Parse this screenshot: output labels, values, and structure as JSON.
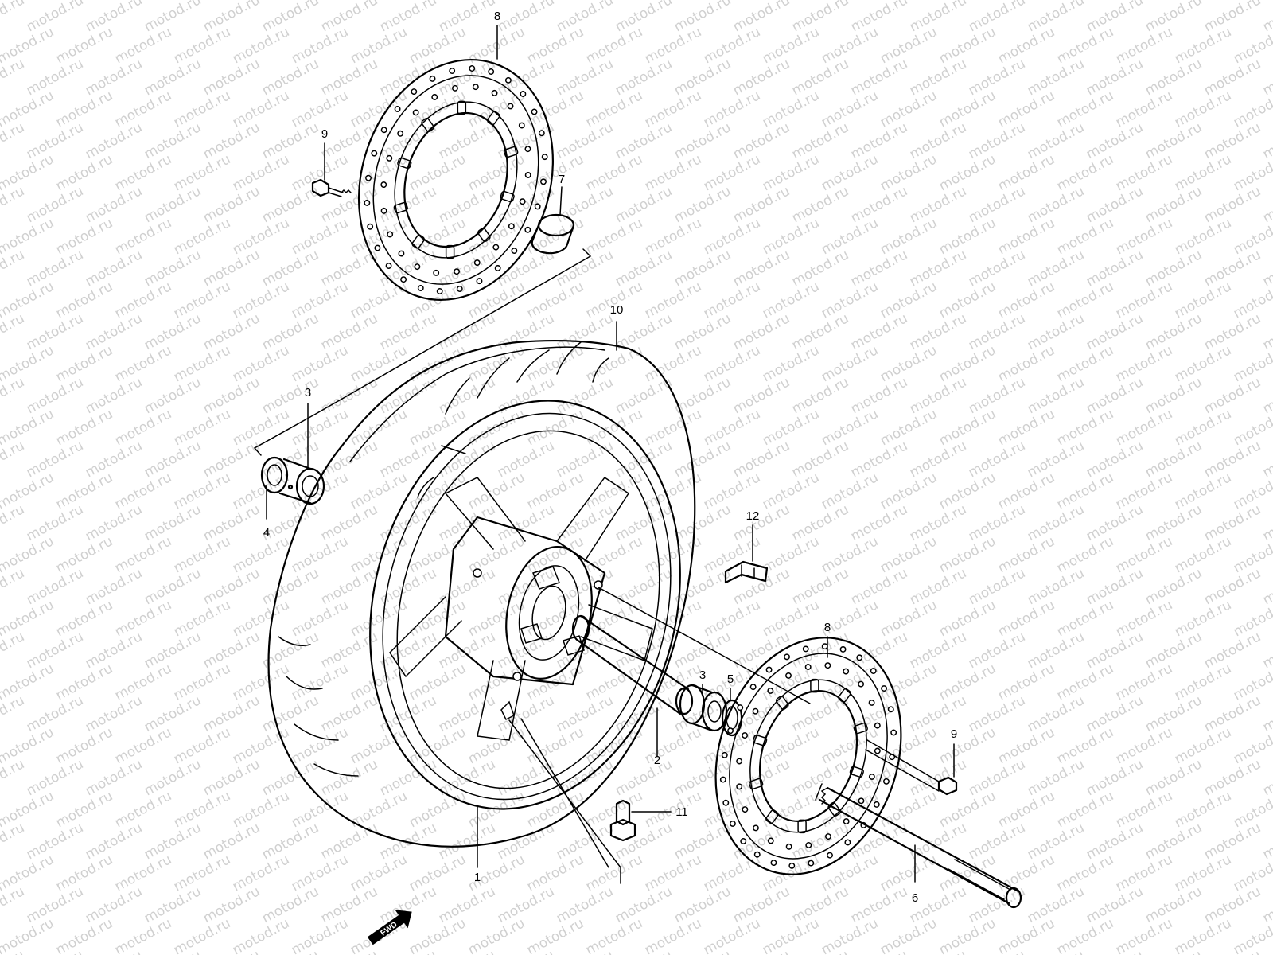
{
  "watermark": {
    "text": "motod.ru"
  },
  "callouts": [
    {
      "id": "c-8-top",
      "label": "8"
    },
    {
      "id": "c-9-top",
      "label": "9"
    },
    {
      "id": "c-7",
      "label": "7"
    },
    {
      "id": "c-10",
      "label": "10"
    },
    {
      "id": "c-3-left",
      "label": "3"
    },
    {
      "id": "c-4",
      "label": "4"
    },
    {
      "id": "c-12",
      "label": "12"
    },
    {
      "id": "c-8-right",
      "label": "8"
    },
    {
      "id": "c-3-right",
      "label": "3"
    },
    {
      "id": "c-5",
      "label": "5"
    },
    {
      "id": "c-9-right",
      "label": "9"
    },
    {
      "id": "c-2",
      "label": "2"
    },
    {
      "id": "c-11",
      "label": "11"
    },
    {
      "id": "c-1",
      "label": "1"
    },
    {
      "id": "c-6",
      "label": "6"
    }
  ],
  "fwd_badge": {
    "label": "FWD"
  },
  "colors": {
    "line": "#000000",
    "watermark": "#d0d0d0",
    "background": "#ffffff"
  }
}
